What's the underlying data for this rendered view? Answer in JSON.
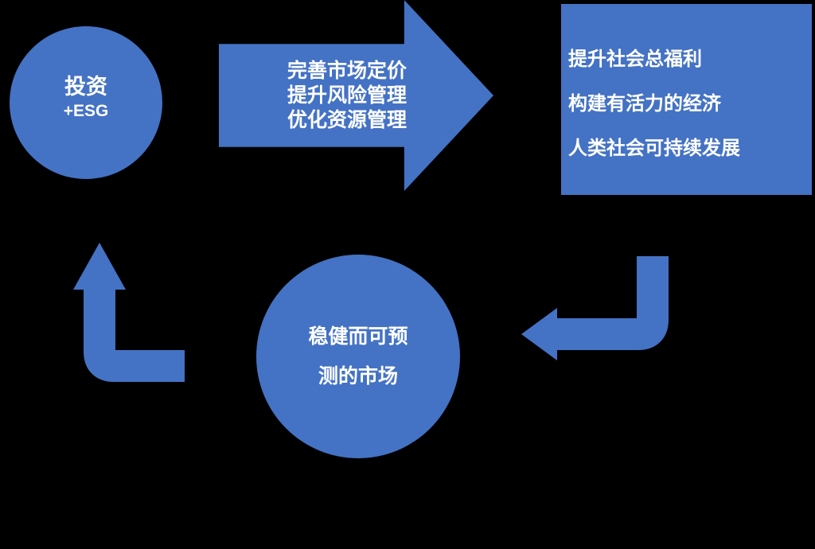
{
  "colors": {
    "shape_blue": "#4472C4",
    "text_white": "#FFFFFF",
    "background": "#000000"
  },
  "diagram": {
    "investment_circle": {
      "line1": "投资",
      "line2": "+ESG"
    },
    "process_arrow": {
      "lines": [
        "完善市场定价",
        "提升风险管理",
        "优化资源管理"
      ]
    },
    "outcomes_box": {
      "lines": [
        "提升社会总福利",
        "构建有活力的经济",
        "人类社会可持续发展"
      ]
    },
    "market_circle": {
      "lines": [
        "稳健而可预",
        "测的市场"
      ]
    }
  }
}
